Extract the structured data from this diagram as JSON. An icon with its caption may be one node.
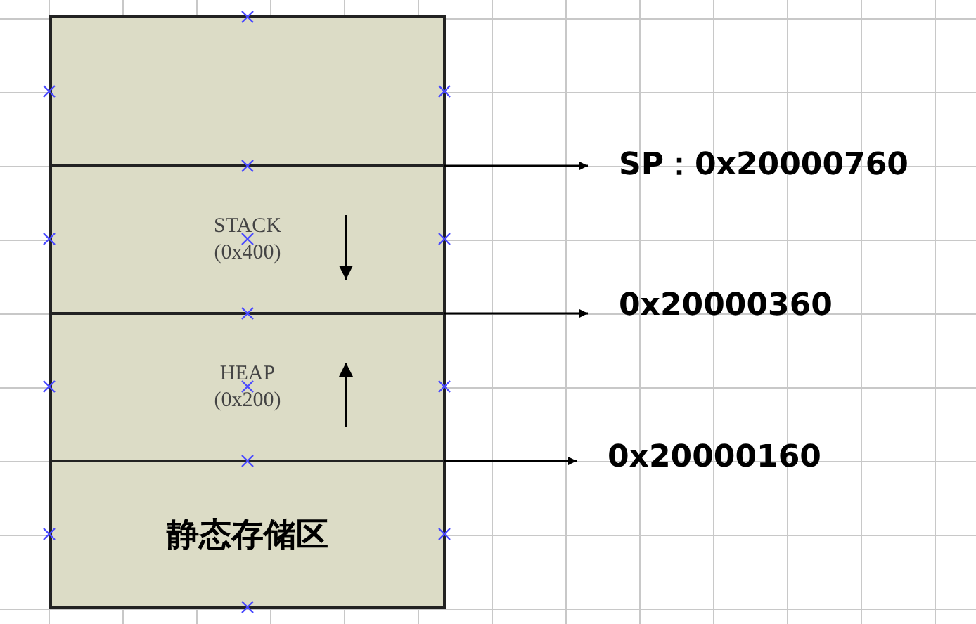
{
  "diagram": {
    "nodes": [
      {
        "text": [],
        "shape": "box"
      },
      {
        "text": [
          "STACK (0x400)"
        ]
      },
      {
        "text": [
          "HEAP (0x200)"
        ]
      },
      {
        "text": [
          "静态存储区"
        ]
      },
      {
        "text": [
          "SP：0x20000760"
        ]
      },
      {
        "text": [
          "0x20000360"
        ]
      },
      {
        "text": [
          "0x20000160"
        ]
      }
    ],
    "edges": [
      {
        "from": 1,
        "to": 4,
        "arrow": "to"
      },
      {
        "from": 2,
        "to": 5,
        "arrow": "to"
      },
      {
        "from": 3,
        "to": 6,
        "arrow": "to"
      }
    ]
  }
}
